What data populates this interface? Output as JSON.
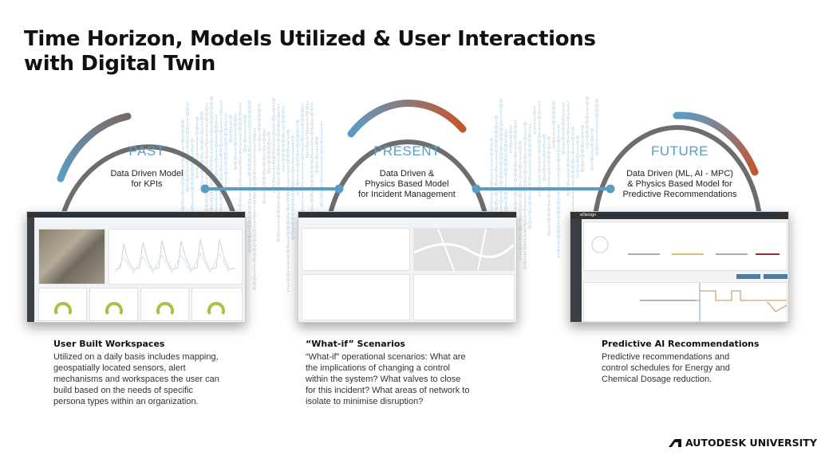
{
  "slide": {
    "title_line1": "Time Horizon, Models Utilized & User Interactions",
    "title_line2": "with Digital Twin"
  },
  "phases": [
    {
      "name": "PAST",
      "desc": [
        "Data Driven Model",
        "for KPIs"
      ]
    },
    {
      "name": "PRESENT",
      "desc": [
        "Data Driven &",
        "Physics Based Model",
        "for Incident Management"
      ]
    },
    {
      "name": "FUTURE",
      "desc": [
        "Data Driven (ML, AI - MPC)",
        "& Physics Based Model for",
        "Predictive Recommendations"
      ]
    }
  ],
  "captions": [
    {
      "heading": "User Built Workspaces",
      "lines": [
        "Utilized on a daily basis includes mapping,",
        "geospatially located sensors, alert",
        "mechanisms and workspaces the user can",
        "build based on the needs of specific",
        "persona types within an organization."
      ]
    },
    {
      "heading": "“What-if” Scenarios",
      "lines": [
        "“What-if” operational scenarios: What are",
        "the implications of changing a control",
        "within the system? What valves to close",
        "for this incident? What areas of network to",
        "isolate to minimise disruption?"
      ]
    },
    {
      "heading": "Predictive AI Recommendations",
      "lines": [
        "Predictive recommendations and",
        "control schedules for Energy and",
        "Chemical Dosage reduction."
      ]
    }
  ],
  "screens": {
    "future_app_name": "eDesign"
  },
  "logo": {
    "text": "AUTODESK UNIVERSITY"
  },
  "colors": {
    "blue": "#5b9cc4",
    "orange": "#c4552c",
    "gray": "#6d6d6d"
  }
}
